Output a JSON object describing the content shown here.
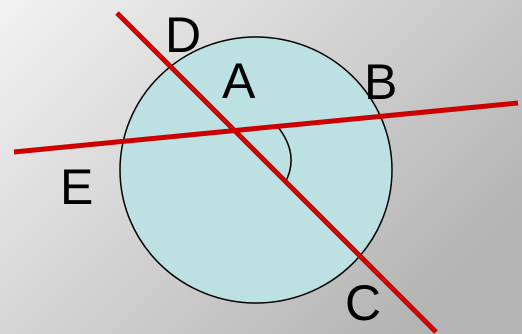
{
  "diagram": {
    "labels": {
      "a": "A",
      "b": "B",
      "c": "C",
      "d": "D",
      "e": "E"
    },
    "colors": {
      "background_light": "#f2f2f2",
      "background_dark": "#b4b4b4",
      "circle_fill": "#bde1e3",
      "circle_stroke": "#000000",
      "line_color": "#cc0000"
    }
  }
}
